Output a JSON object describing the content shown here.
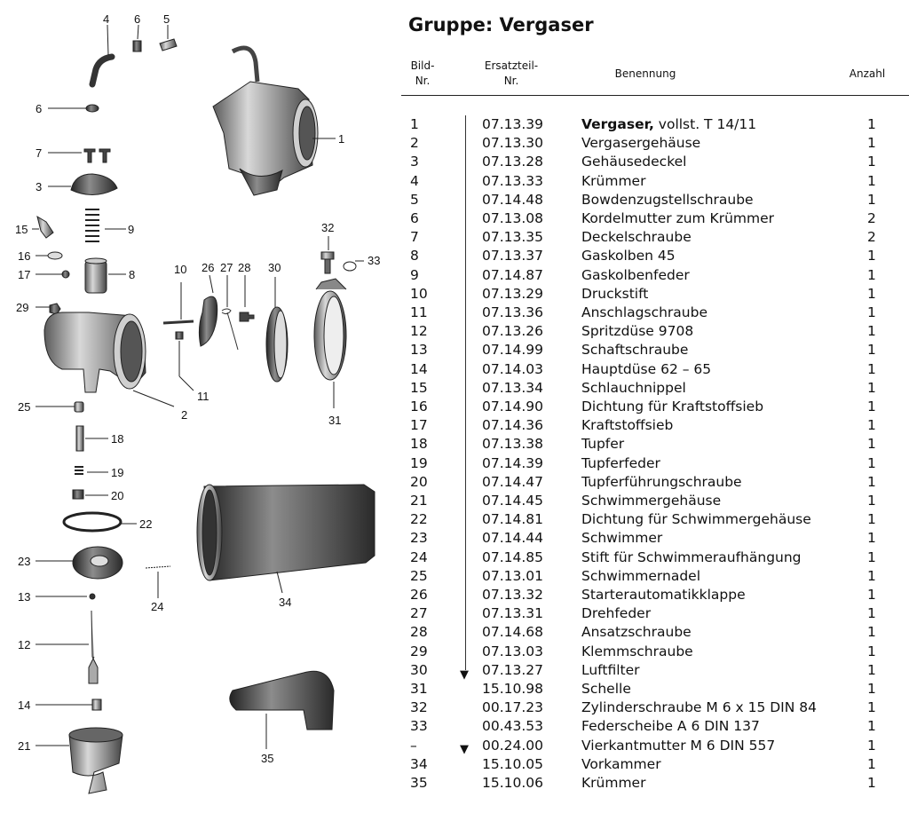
{
  "heading": {
    "title": "Gruppe: Vergaser"
  },
  "columns": {
    "bild": [
      "Bild-",
      "Nr."
    ],
    "ersatzteil": [
      "Ersatzteil-",
      "Nr."
    ],
    "benennung": "Benennung",
    "anzahl": "Anzahl"
  },
  "rows": [
    {
      "no": "1",
      "part": "07.13.39",
      "name_bold": "Vergaser,",
      "name": " vollst. T 14/11",
      "qty": "1"
    },
    {
      "no": "2",
      "part": "07.13.30",
      "name": "Vergasergehäuse",
      "qty": "1"
    },
    {
      "no": "3",
      "part": "07.13.28",
      "name": "Gehäusedeckel",
      "qty": "1"
    },
    {
      "no": "4",
      "part": "07.13.33",
      "name": "Krümmer",
      "qty": "1"
    },
    {
      "no": "5",
      "part": "07.14.48",
      "name": "Bowdenzugstellschraube",
      "qty": "1"
    },
    {
      "no": "6",
      "part": "07.13.08",
      "name": "Kordelmutter zum Krümmer",
      "qty": "2"
    },
    {
      "no": "7",
      "part": "07.13.35",
      "name": "Deckelschraube",
      "qty": "2"
    },
    {
      "no": "8",
      "part": "07.13.37",
      "name": "Gaskolben 45",
      "qty": "1"
    },
    {
      "no": "9",
      "part": "07.14.87",
      "name": "Gaskolbenfeder",
      "qty": "1"
    },
    {
      "no": "10",
      "part": "07.13.29",
      "name": "Druckstift",
      "qty": "1"
    },
    {
      "no": "11",
      "part": "07.13.36",
      "name": "Anschlagschraube",
      "qty": "1"
    },
    {
      "no": "12",
      "part": "07.13.26",
      "name": "Spritzdüse 9708",
      "qty": "1"
    },
    {
      "no": "13",
      "part": "07.14.99",
      "name": "Schaftschraube",
      "qty": "1"
    },
    {
      "no": "14",
      "part": "07.14.03",
      "name": "Hauptdüse 62 – 65",
      "qty": "1"
    },
    {
      "no": "15",
      "part": "07.13.34",
      "name": "Schlauchnippel",
      "qty": "1"
    },
    {
      "no": "16",
      "part": "07.14.90",
      "name": "Dichtung für Kraftstoffsieb",
      "qty": "1"
    },
    {
      "no": "17",
      "part": "07.14.36",
      "name": "Kraftstoffsieb",
      "qty": "1"
    },
    {
      "no": "18",
      "part": "07.13.38",
      "name": "Tupfer",
      "qty": "1"
    },
    {
      "no": "19",
      "part": "07.14.39",
      "name": "Tupferfeder",
      "qty": "1"
    },
    {
      "no": "20",
      "part": "07.14.47",
      "name": "Tupferführungschraube",
      "qty": "1"
    },
    {
      "no": "21",
      "part": "07.14.45",
      "name": "Schwimmergehäuse",
      "qty": "1"
    },
    {
      "no": "22",
      "part": "07.14.81",
      "name": "Dichtung für Schwimmergehäuse",
      "qty": "1"
    },
    {
      "no": "23",
      "part": "07.14.44",
      "name": "Schwimmer",
      "qty": "1"
    },
    {
      "no": "24",
      "part": "07.14.85",
      "name": "Stift für Schwimmeraufhängung",
      "qty": "1"
    },
    {
      "no": "25",
      "part": "07.13.01",
      "name": "Schwimmernadel",
      "qty": "1"
    },
    {
      "no": "26",
      "part": "07.13.32",
      "name": "Starterautomatikklappe",
      "qty": "1"
    },
    {
      "no": "27",
      "part": "07.13.31",
      "name": "Drehfeder",
      "qty": "1"
    },
    {
      "no": "28",
      "part": "07.14.68",
      "name": "Ansatzschraube",
      "qty": "1"
    },
    {
      "no": "29",
      "part": "07.13.03",
      "name": "Klemmschraube",
      "qty": "1"
    },
    {
      "no": "30",
      "part": "07.13.27",
      "name": "Luftfilter",
      "qty": "1"
    },
    {
      "no": "31",
      "part": "15.10.98",
      "name": "Schelle",
      "qty": "1"
    },
    {
      "no": "32",
      "part": "00.17.23",
      "name": "Zylinderschraube M 6 x 15 DIN 84",
      "qty": "1"
    },
    {
      "no": "33",
      "part": "00.43.53",
      "name": "Federscheibe A 6 DIN 137",
      "qty": "1"
    },
    {
      "no": "–",
      "part": "00.24.00",
      "name": "Vierkantmutter M 6 DIN 557",
      "qty": "1"
    },
    {
      "no": "34",
      "part": "15.10.05",
      "name": "Vorkammer",
      "qty": "1"
    },
    {
      "no": "35",
      "part": "15.10.06",
      "name": "Krümmer",
      "qty": "1"
    }
  ],
  "markers": {
    "arrow_down": "▼"
  },
  "callouts": {
    "n1": "1",
    "n2": "2",
    "n3": "3",
    "n4": "4",
    "n5": "5",
    "n6a": "6",
    "n6b": "6",
    "n7": "7",
    "n8": "8",
    "n9": "9",
    "n10": "10",
    "n11": "11",
    "n12": "12",
    "n13": "13",
    "n14": "14",
    "n15": "15",
    "n16": "16",
    "n17": "17",
    "n18": "18",
    "n19": "19",
    "n20": "20",
    "n21": "21",
    "n22": "22",
    "n23": "23",
    "n24": "24",
    "n25": "25",
    "n26": "26",
    "n27": "27",
    "n28": "28",
    "n29": "29",
    "n30": "30",
    "n31": "31",
    "n32": "32",
    "n33": "33",
    "n34": "34",
    "n35": "35"
  }
}
